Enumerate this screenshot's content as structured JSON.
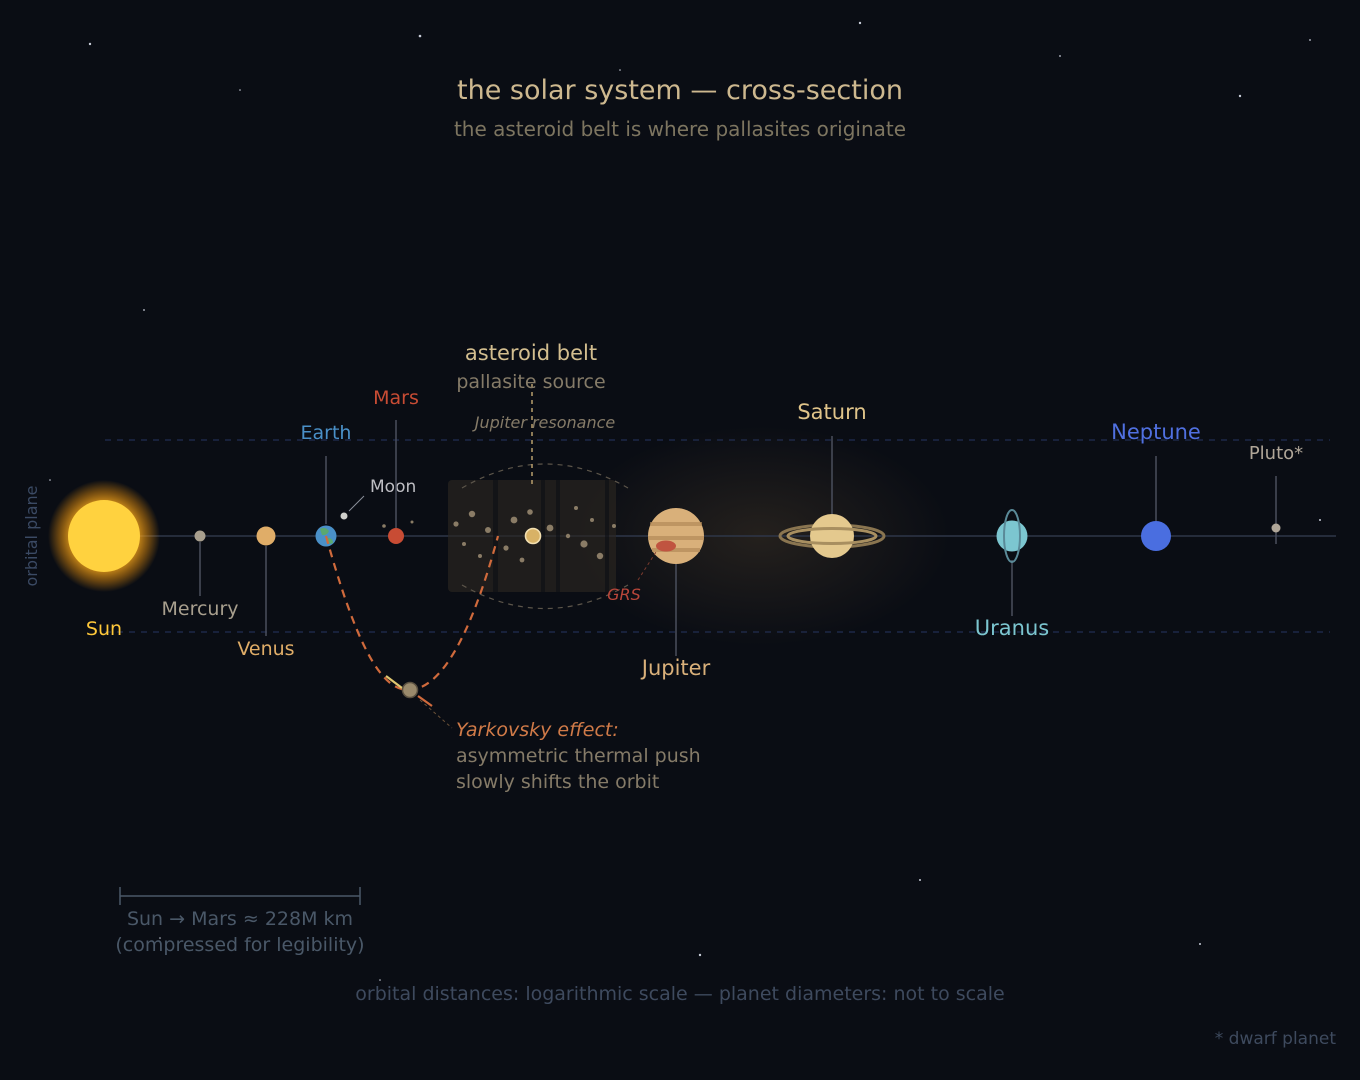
{
  "title": "the solar system — cross-section",
  "subtitle": "the asteroid belt is where pallasites originate",
  "axis_label": "orbital plane",
  "bodies": {
    "sun": "Sun",
    "mercury": "Mercury",
    "venus": "Venus",
    "earth": "Earth",
    "moon": "Moon",
    "mars": "Mars",
    "jupiter": "Jupiter",
    "saturn": "Saturn",
    "uranus": "Uranus",
    "neptune": "Neptune",
    "pluto": "Pluto*"
  },
  "asteroid_belt": {
    "title": "asteroid belt",
    "subtitle": "pallasite source",
    "resonance": "Jupiter resonance"
  },
  "grs_label": "GRS",
  "yarkovsky": {
    "title": "Yarkovsky effect:",
    "line1": "asymmetric thermal push",
    "line2": "slowly shifts the orbit"
  },
  "scale_bar": {
    "line1": "Sun → Mars ≈ 228M km",
    "line2": "(compressed for legibility)"
  },
  "footer": "orbital distances: logarithmic scale — planet diameters: not to scale",
  "footnote": "* dwarf planet",
  "colors": {
    "background": "#0a0d14",
    "sun": "#ffd23f",
    "mercury": "#a89f8e",
    "venus": "#e0ad68",
    "earth": "#4a90c8",
    "mars": "#c84c34",
    "jupiter": "#d9b07a",
    "saturn": "#e4c98e",
    "uranus": "#7cc6d0",
    "neptune": "#4a6ee0",
    "pluto": "#b0a698",
    "yarkovsky": "#d06a3c",
    "guide": "#1c2848"
  }
}
